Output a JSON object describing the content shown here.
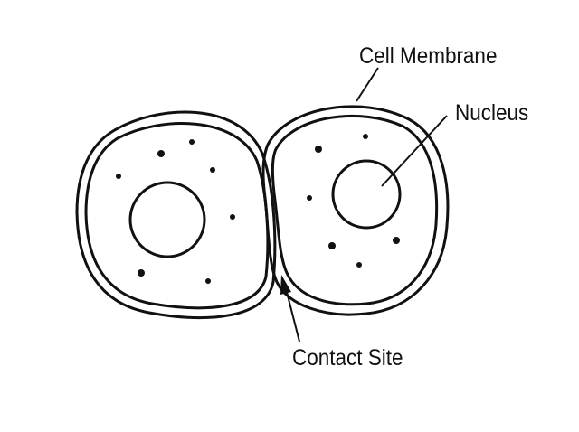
{
  "labels": {
    "cell_membrane": "Cell Membrane",
    "nucleus": "Nucleus",
    "contact_site": "Contact Site"
  },
  "colors": {
    "line": "#111111",
    "background": "#ffffff"
  }
}
